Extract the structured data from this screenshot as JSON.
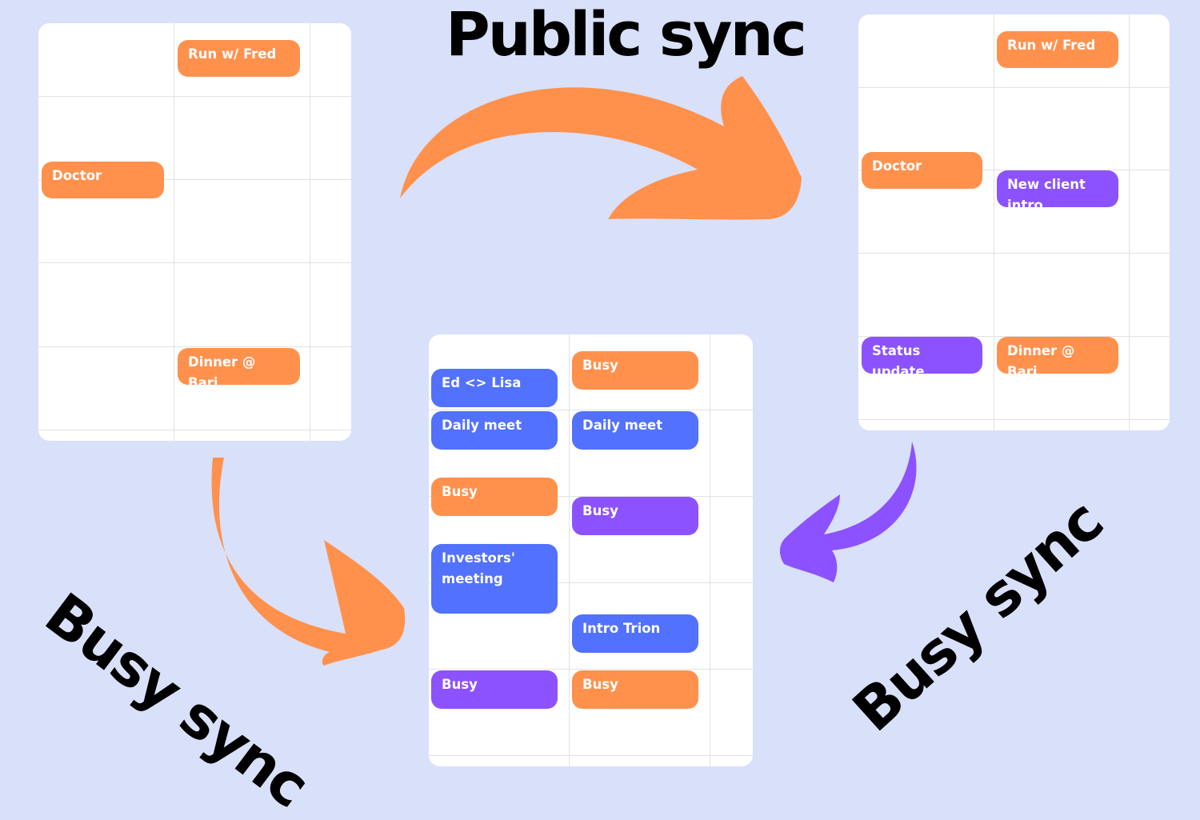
{
  "labels": {
    "public_sync": "Public sync",
    "busy_sync_left": "Busy sync",
    "busy_sync_right": "Busy sync"
  },
  "colors": {
    "background": "#d9e0fa",
    "orange": "#ff914d",
    "purple": "#8c52ff",
    "blue": "#5271ff"
  },
  "calendars": {
    "personal": {
      "events": [
        {
          "label": "Run w/ Fred",
          "color": "orange"
        },
        {
          "label": "Doctor",
          "color": "orange"
        },
        {
          "label": "Dinner @ Bari",
          "color": "orange"
        }
      ]
    },
    "work": {
      "events": [
        {
          "label": "Run w/ Fred",
          "color": "orange"
        },
        {
          "label": "Doctor",
          "color": "orange"
        },
        {
          "label": "New client intro",
          "color": "purple"
        },
        {
          "label": "Status update",
          "color": "purple"
        },
        {
          "label": "Dinner @ Bari",
          "color": "orange"
        }
      ]
    },
    "combined": {
      "events": [
        {
          "label": "Ed <> Lisa",
          "color": "blue"
        },
        {
          "label": "Busy",
          "color": "orange"
        },
        {
          "label": "Daily meet",
          "color": "blue"
        },
        {
          "label": "Daily meet",
          "color": "blue"
        },
        {
          "label": "Busy",
          "color": "orange"
        },
        {
          "label": "Busy",
          "color": "purple"
        },
        {
          "label": "Investors' meeting",
          "color": "blue"
        },
        {
          "label": "Intro Trion",
          "color": "blue"
        },
        {
          "label": "Busy",
          "color": "purple"
        },
        {
          "label": "Busy",
          "color": "orange"
        }
      ]
    }
  }
}
